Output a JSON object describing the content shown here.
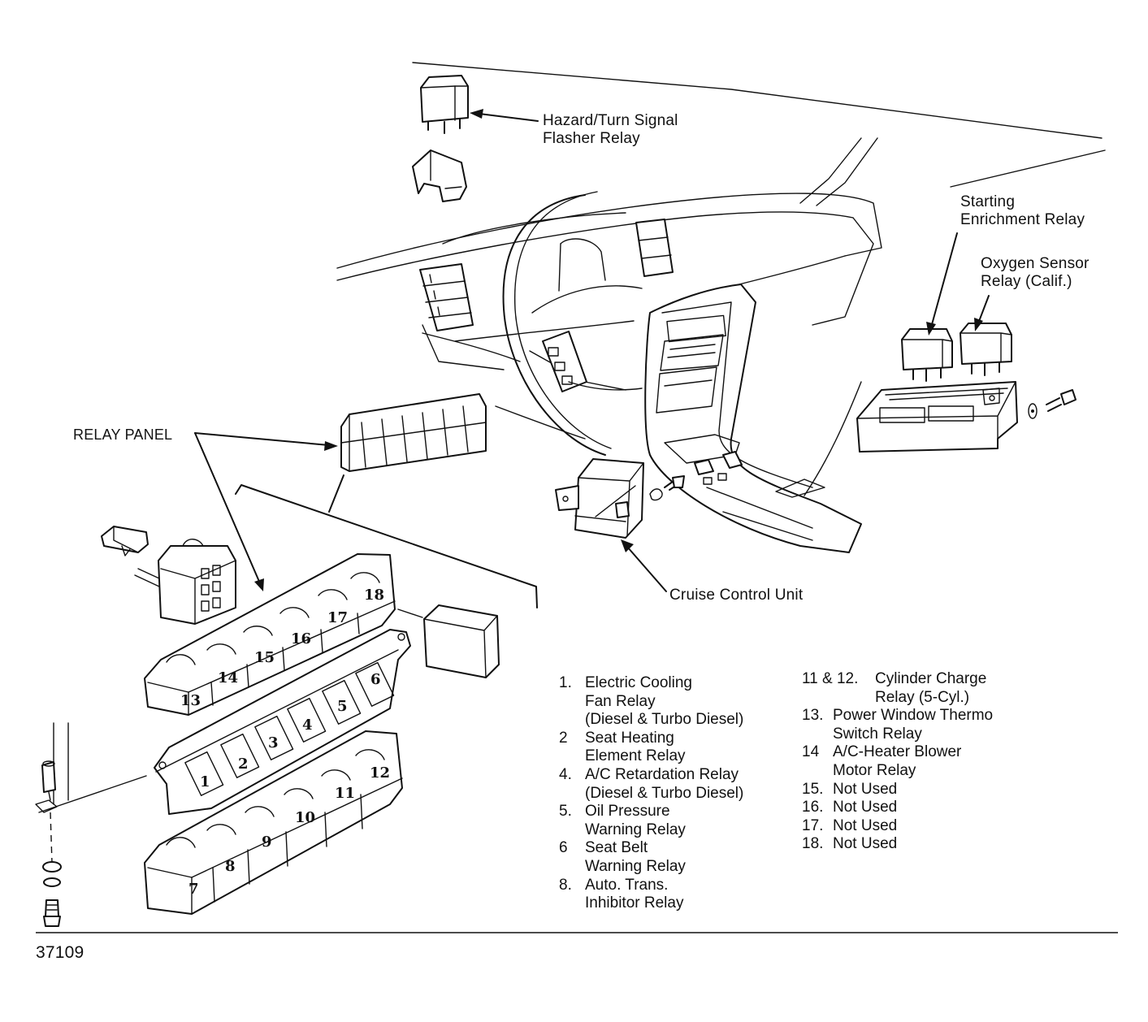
{
  "labels": {
    "hazard_line1": "Hazard/Turn Signal",
    "hazard_line2": "Flasher Relay",
    "starting_line1": "Starting",
    "starting_line2": "Enrichment Relay",
    "oxygen_line1": "Oxygen Sensor",
    "oxygen_line2": "Relay (Calif.)",
    "relay_panel": "RELAY PANEL",
    "cruise": "Cruise Control Unit",
    "figure_id": "37109"
  },
  "relay_numbers": [
    "1",
    "2",
    "3",
    "4",
    "5",
    "6",
    "7",
    "8",
    "9",
    "10",
    "11",
    "12",
    "13",
    "14",
    "15",
    "16",
    "17",
    "18"
  ],
  "legend_left": [
    {
      "num": "1.",
      "lines": [
        "Electric Cooling",
        "Fan Relay",
        "(Diesel & Turbo Diesel)"
      ]
    },
    {
      "num": "2",
      "lines": [
        "Seat Heating",
        "Element Relay"
      ]
    },
    {
      "num": "4.",
      "lines": [
        "A/C Retardation Relay",
        "(Diesel & Turbo Diesel)"
      ]
    },
    {
      "num": "5.",
      "lines": [
        "Oil Pressure",
        "Warning Relay"
      ]
    },
    {
      "num": "6",
      "lines": [
        "Seat Belt",
        "Warning Relay"
      ]
    },
    {
      "num": "8.",
      "lines": [
        "Auto. Trans.",
        "Inhibitor Relay"
      ]
    }
  ],
  "legend_right": [
    {
      "num": "11 & 12.",
      "lines": [
        "Cylinder Charge",
        "Relay (5-Cyl.)"
      ]
    },
    {
      "num": "13.",
      "lines": [
        "Power Window Thermo",
        "Switch Relay"
      ]
    },
    {
      "num": "14",
      "lines": [
        "A/C-Heater Blower",
        "Motor Relay"
      ]
    },
    {
      "num": "15.",
      "lines": [
        "Not Used"
      ]
    },
    {
      "num": "16.",
      "lines": [
        "Not Used"
      ]
    },
    {
      "num": "17.",
      "lines": [
        "Not Used"
      ]
    },
    {
      "num": "18.",
      "lines": [
        "Not Used"
      ]
    }
  ]
}
